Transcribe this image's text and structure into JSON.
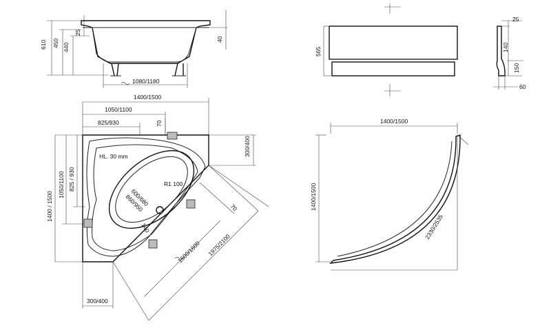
{
  "side_view": {
    "height_total": "610",
    "height_body": "450",
    "height_inner": "440",
    "rim_offset": "25",
    "side_offset": "40",
    "length_range": "1080/1180"
  },
  "plan_view": {
    "width": "1400/1500",
    "width_mid": "1050/1100",
    "width_small": "825/930",
    "top_offset": "70",
    "right_offset": "300/400",
    "height": "1400 / 1500",
    "height_mid": "1050/1100",
    "height_small": "825 / 930",
    "headrest_label": "HL. 30 mm",
    "radius_label": "R1 100",
    "inner_dims_1": "600/680",
    "inner_dims_2": "860/950",
    "depth_label": "140",
    "diagonal_inner": "1500/1600",
    "diagonal_outer": "1975/2100",
    "diag_offset": "70",
    "bottom_offset": "300/400"
  },
  "panel_front": {
    "height": "565"
  },
  "panel_profile": {
    "top": "25",
    "middle": "140",
    "lower": "150",
    "bottom": "60"
  },
  "panel_plan": {
    "width": "1400/1500",
    "height": "1400/1500",
    "arc_length": "2330/2535"
  }
}
